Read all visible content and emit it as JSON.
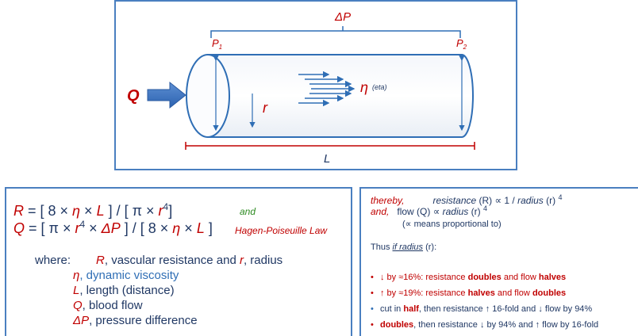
{
  "diagram": {
    "delta_p": "ΔP",
    "p1_main": "P",
    "p1_sub": "1",
    "p2_main": "P",
    "p2_sub": "2",
    "flow_label": "Q",
    "radius_label": "r",
    "eta_symbol": "η",
    "eta_note": "(eta)",
    "length_label": "L"
  },
  "equations": {
    "r_lhs": "R",
    "r_rhs_open": " = [ 8 × ",
    "r_eta": "η",
    "r_times": " × ",
    "r_l": "L",
    "r_mid": " ] / [ π × ",
    "r_r": "r",
    "r_exp": "4",
    "r_close": "]",
    "and_label": "and",
    "q_lhs": "Q",
    "q_rhs_open": " = [ π × ",
    "q_r": "r",
    "q_exp": "4",
    "q_times": " × ",
    "q_dp": "ΔP",
    "q_mid": " ] / [ 8 × ",
    "q_eta": "η",
    "q_times2": " × ",
    "q_l": "L",
    "q_close": " ]",
    "law_label": "Hagen-Poiseuille Law",
    "where_label": "where:",
    "def_r_sym": "R",
    "def_r_text": ", vascular resistance and ",
    "def_r2_sym": "r",
    "def_r2_text": ", radius",
    "def_eta_sym": "η",
    "def_eta_text": ", dynamic viscosity",
    "def_l_sym": "L",
    "def_l_text": ", length (distance)",
    "def_q_sym": "Q",
    "def_q_text": ", blood flow",
    "def_dp_sym": "ΔP",
    "def_dp_text": ", pressure difference"
  },
  "summary": {
    "thereby": "thereby,",
    "resistance_word": "resistance",
    "resistance_sym": " (R) ∝ 1 / ",
    "radius_word": "radius",
    "radius_sym": " (r) ",
    "exp4": "4",
    "and_word": "and,",
    "flow_word": "flow (Q) ∝ ",
    "radius_word2": "radius",
    "radius_sym2": " (r) ",
    "exp4b": "4",
    "propto_note": "(∝ means proportional to)",
    "thus_prefix": "Thus ",
    "thus_link": "if radius",
    "thus_suffix": " (r):",
    "bullets": [
      {
        "a": "↓ by ≈16%: resistance ",
        "b": "doubles",
        "c": " and flow ",
        "d": "halves",
        "e": ""
      },
      {
        "a": "↑ by ≈19%: resistance ",
        "b": "halves",
        "c": " and flow ",
        "d": "doubles",
        "e": ""
      },
      {
        "a": "cut in ",
        "b": "half",
        "c": ", then resistance ↑ 16-fold and ↓ flow by 94%",
        "d": "",
        "e": ""
      },
      {
        "a": "",
        "b": "doubles",
        "c": ", then resistance ↓ by 94% and ↑ flow by 16-fold",
        "d": "",
        "e": ""
      }
    ]
  },
  "colors": {
    "panel_border": "#4a7fc0",
    "tube_stroke": "#2f6eb5",
    "red_text": "#c00000",
    "navy_text": "#203864",
    "green_text": "#2e8b22"
  }
}
